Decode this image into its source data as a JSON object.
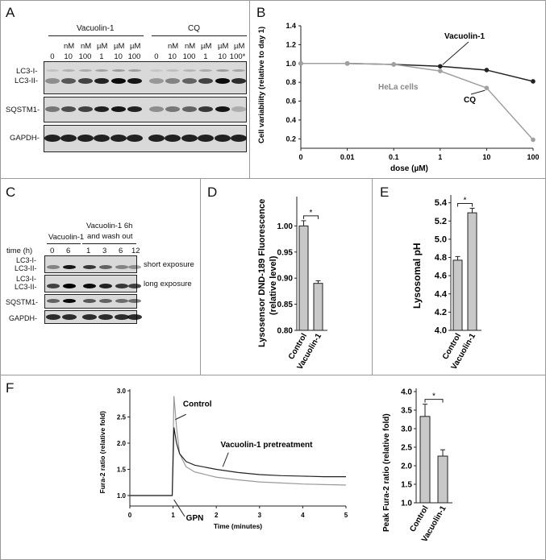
{
  "panels": {
    "A": {
      "label": "A",
      "group_labels": [
        "Vacuolin-1",
        "CQ"
      ],
      "unit_labels": [
        "nM",
        "nM",
        "µM",
        "µM",
        "µM",
        "nM",
        "nM",
        "µM",
        "µM",
        "µM"
      ],
      "lane_values": [
        "0",
        "10",
        "100",
        "1",
        "10",
        "100",
        "0",
        "10",
        "100",
        "1",
        "10",
        "100*"
      ],
      "row_labels": [
        "LC3-I-",
        "LC3-II-",
        "SQSTM1-",
        "GAPDH-"
      ]
    },
    "B": {
      "label": "B",
      "annotation": "HeLa cells",
      "xlabel": "dose (µM)",
      "ylabel": "Cell variability (relative to day 1)",
      "xticks": [
        "0",
        "0.01",
        "0.1",
        "1",
        "10",
        "100"
      ],
      "yticks": [
        "0.2",
        "0.4",
        "0.6",
        "0.8",
        "1.0",
        "1.2",
        "1.4"
      ]
    },
    "C": {
      "label": "C",
      "group1": "Vacuolin-1",
      "group2_line1": "Vacuolin-1 6h",
      "group2_line2": "and wash out",
      "time_label": "time (h)",
      "times": [
        "0",
        "6",
        "1",
        "3",
        "6",
        "12"
      ],
      "row_labels": [
        "LC3-I-",
        "LC3-II-",
        "LC3-I-",
        "LC3-II-",
        "SQSTM1-",
        "GAPDH-"
      ],
      "exposures": [
        "short exposure",
        "long exposure"
      ]
    },
    "D": {
      "label": "D"
    },
    "E": {
      "label": "E"
    },
    "F": {
      "label": "F"
    }
  },
  "chart_data": [
    {
      "panel": "B",
      "type": "line",
      "x": [
        "0",
        "0.01",
        "0.1",
        "1",
        "10",
        "100"
      ],
      "ylim": [
        0.1,
        1.4
      ],
      "series": [
        {
          "name": "Vacuolin-1",
          "values": [
            1.0,
            1.0,
            0.99,
            0.97,
            0.93,
            0.81
          ],
          "color": "#222222"
        },
        {
          "name": "CQ",
          "values": [
            1.0,
            1.0,
            0.99,
            0.92,
            0.74,
            0.19
          ],
          "color": "#a0a0a0"
        }
      ],
      "xlabel": "dose (µM)",
      "ylabel": "Cell variability (relative to day 1)",
      "annotation": "HeLa cells"
    },
    {
      "panel": "D",
      "type": "bar",
      "categories": [
        "Control",
        "Vacuolin-1"
      ],
      "values": [
        1.0,
        0.89
      ],
      "errors": [
        0.01,
        0.005
      ],
      "ylim": [
        0.8,
        1.05
      ],
      "yticks": [
        "0.80",
        "0.85",
        "0.90",
        "0.95",
        "1.00"
      ],
      "ylabel_line1": "Lysosensor DND-189 Fluorescence",
      "ylabel_line2": "(relative level)",
      "significance": "*"
    },
    {
      "panel": "E",
      "type": "bar",
      "categories": [
        "Control",
        "Vacuolin-1"
      ],
      "values": [
        4.77,
        5.29
      ],
      "errors": [
        0.04,
        0.05
      ],
      "ylim": [
        4.0,
        5.45
      ],
      "yticks": [
        "4.0",
        "4.2",
        "4.4",
        "4.6",
        "4.8",
        "5.0",
        "5.2",
        "5.4"
      ],
      "ylabel": "Lysosomal pH",
      "significance": "*"
    },
    {
      "panel": "F-trace",
      "type": "line",
      "xlim": [
        0,
        5
      ],
      "ylim": [
        0.8,
        3.0
      ],
      "xticks": [
        "0",
        "1",
        "2",
        "3",
        "4",
        "5"
      ],
      "yticks": [
        "1.0",
        "1.5",
        "2.0",
        "2.5",
        "3.0"
      ],
      "xlabel": "Time (minutes)",
      "ylabel": "Fura-2 ratio (relative fold)",
      "series": [
        {
          "name": "Control",
          "color": "#999999",
          "x": [
            0,
            0.98,
            1.02,
            1.08,
            1.15,
            1.3,
            1.5,
            2,
            2.5,
            3,
            3.5,
            4,
            4.5,
            5
          ],
          "values": [
            1.0,
            1.0,
            2.9,
            2.3,
            1.8,
            1.55,
            1.45,
            1.35,
            1.3,
            1.26,
            1.24,
            1.22,
            1.21,
            1.2
          ]
        },
        {
          "name": "Vacuolin-1 pretreatment",
          "color": "#222222",
          "x": [
            0,
            0.98,
            1.02,
            1.08,
            1.15,
            1.3,
            1.5,
            2,
            2.5,
            3,
            3.5,
            4,
            4.5,
            5
          ],
          "values": [
            1.0,
            1.0,
            2.3,
            2.0,
            1.8,
            1.65,
            1.58,
            1.5,
            1.44,
            1.4,
            1.38,
            1.37,
            1.36,
            1.36
          ]
        }
      ],
      "annotations": [
        "Control",
        "Vacuolin-1 pretreatment",
        "GPN"
      ]
    },
    {
      "panel": "F-bar",
      "type": "bar",
      "categories": [
        "Control",
        "Vacuolin-1"
      ],
      "values": [
        3.33,
        2.26
      ],
      "errors": [
        0.33,
        0.17
      ],
      "ylim": [
        1.0,
        4.0
      ],
      "yticks": [
        "1.0",
        "1.5",
        "2.0",
        "2.5",
        "3.0",
        "3.5",
        "4.0"
      ],
      "ylabel": "Peak Fura-2 ratio (relative fold)",
      "significance": "*"
    }
  ]
}
